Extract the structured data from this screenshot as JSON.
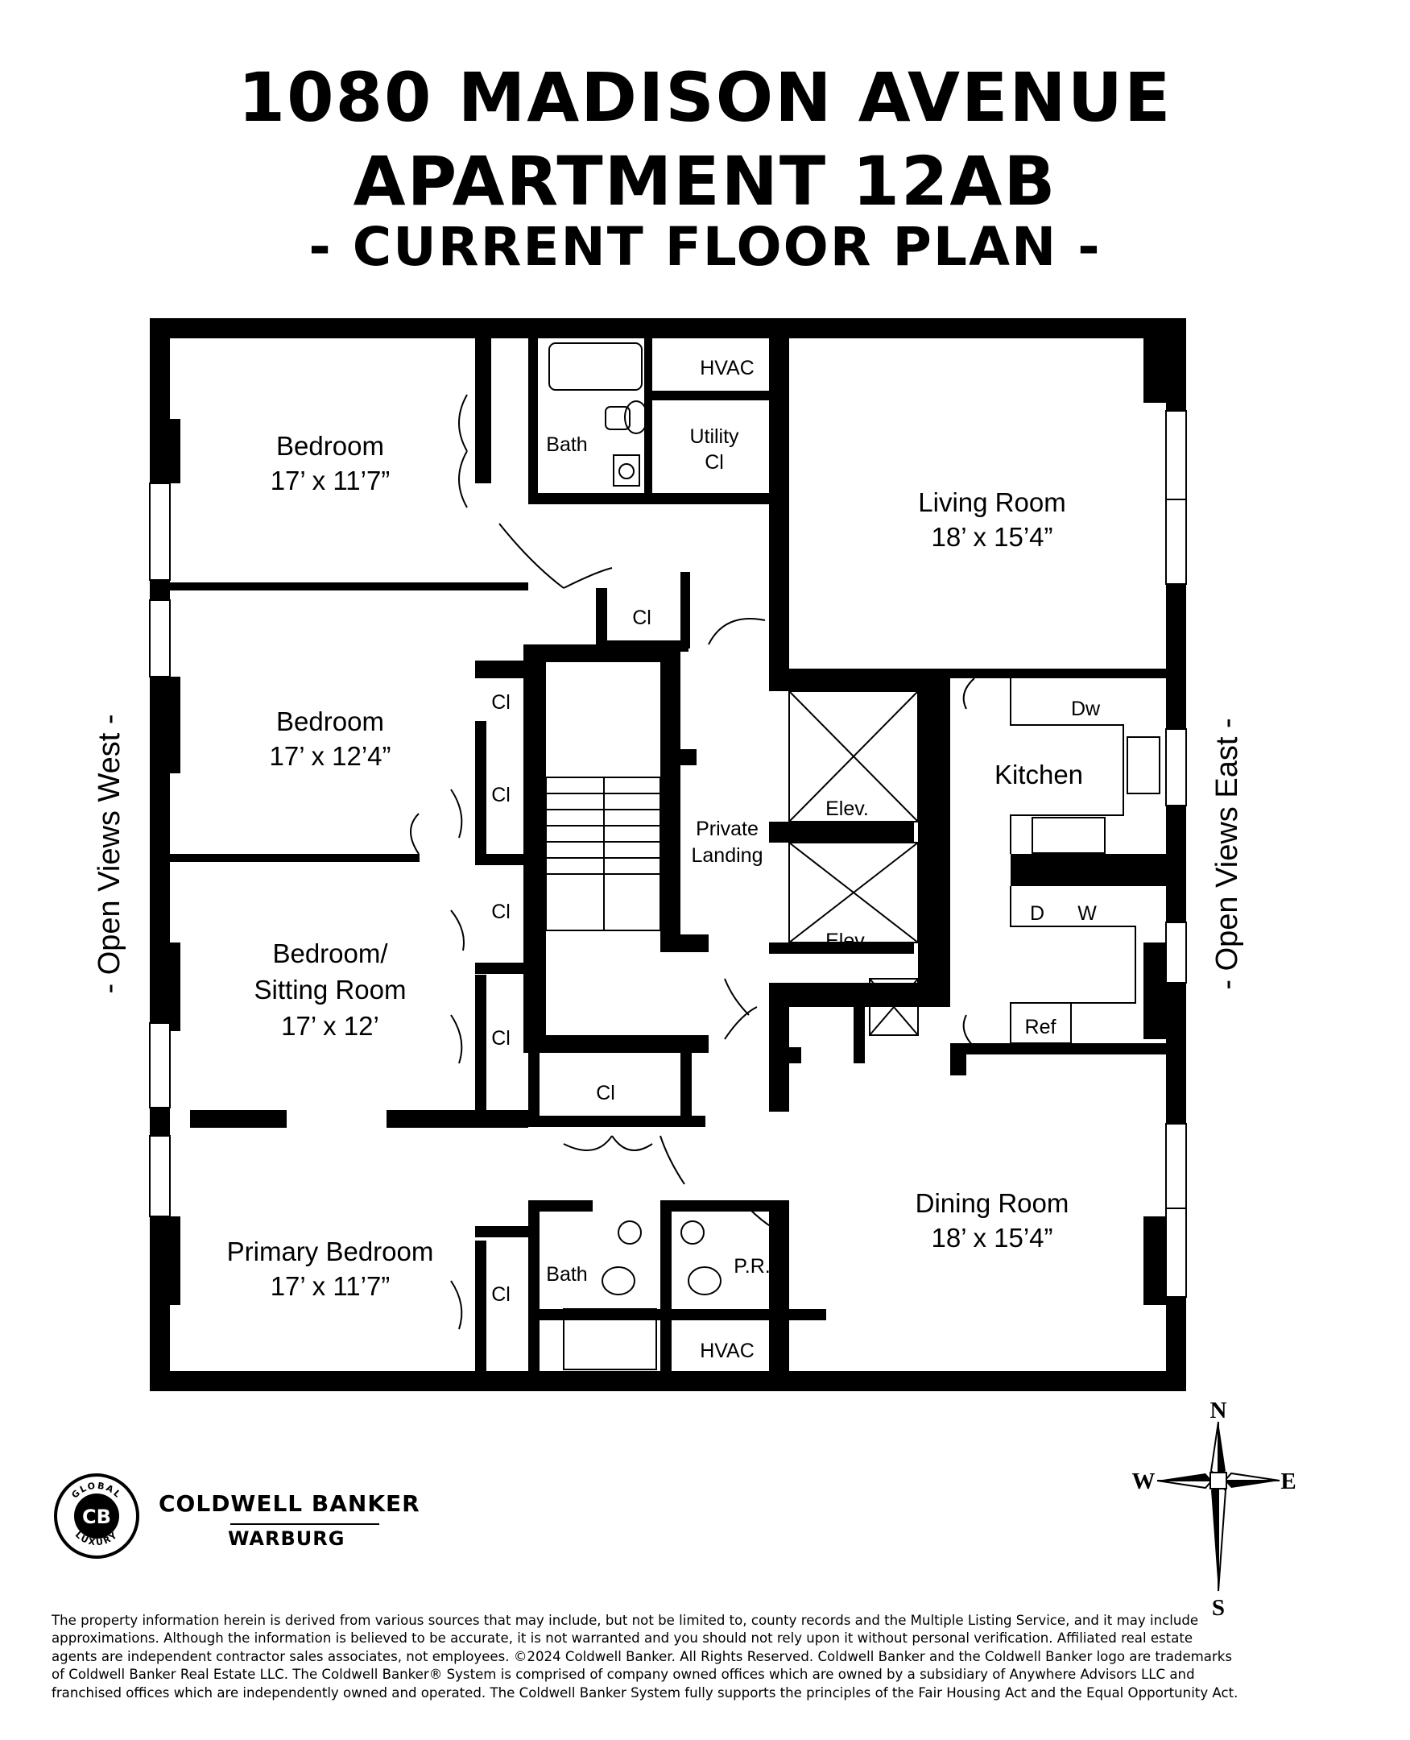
{
  "header": {
    "line1": "1080 MADISON AVENUE",
    "line2": "APARTMENT 12AB",
    "line3": "- CURRENT FLOOR PLAN -"
  },
  "rooms": {
    "bedroom1": {
      "name": "Bedroom",
      "size": "17’ x 11’7”"
    },
    "bedroom2": {
      "name": "Bedroom",
      "size": "17’ x 12’4”"
    },
    "bedroom3": {
      "name_line1": "Bedroom/",
      "name_line2": "Sitting Room",
      "size": "17’ x 12’"
    },
    "primary": {
      "name": "Primary Bedroom",
      "size": "17’ x 11’7”"
    },
    "living": {
      "name": "Living Room",
      "size": "18’ x 15’4”"
    },
    "dining": {
      "name": "Dining Room",
      "size": "18’ x 15’4”"
    },
    "kitchen": {
      "name": "Kitchen"
    },
    "landing": {
      "line1": "Private",
      "line2": "Landing"
    }
  },
  "labels": {
    "bath": "Bath",
    "hvac": "HVAC",
    "utility_line1": "Utility",
    "utility_line2": "Cl",
    "closet": "Cl",
    "elevator": "Elev.",
    "dishwasher": "Dw",
    "dryer": "D",
    "washer": "W",
    "refrigerator": "Ref",
    "powder_room": "P.R."
  },
  "views": {
    "west": "- Open Views West -",
    "east": "- Open Views East -"
  },
  "compass": {
    "n": "N",
    "s": "S",
    "e": "E",
    "w": "W"
  },
  "brand": {
    "line1": "COLDWELL BANKER",
    "line2": "WARBURG",
    "mark_top": "GLOBAL",
    "mark_bottom": "LUXURY",
    "mark_center": "CB"
  },
  "disclaimer": [
    "The property information herein is derived from various sources that may include, but not be limited to, county records and the Multiple Listing Service, and it may include",
    "approximations. Although the information is believed to be accurate, it is not warranted and you should not rely upon it without personal verification. Affiliated real estate",
    "agents are independent contractor sales associates, not employees. ©2024 Coldwell Banker. All Rights Reserved. Coldwell Banker and the Coldwell Banker logo are trademarks",
    "of Coldwell Banker Real Estate LLC. The Coldwell Banker® System is comprised of company owned offices which are owned by a subsidiary of Anywhere Advisors LLC and",
    "franchised offices which are independently owned and operated. The Coldwell Banker System fully supports the principles of the Fair Housing Act and the Equal Opportunity Act."
  ]
}
